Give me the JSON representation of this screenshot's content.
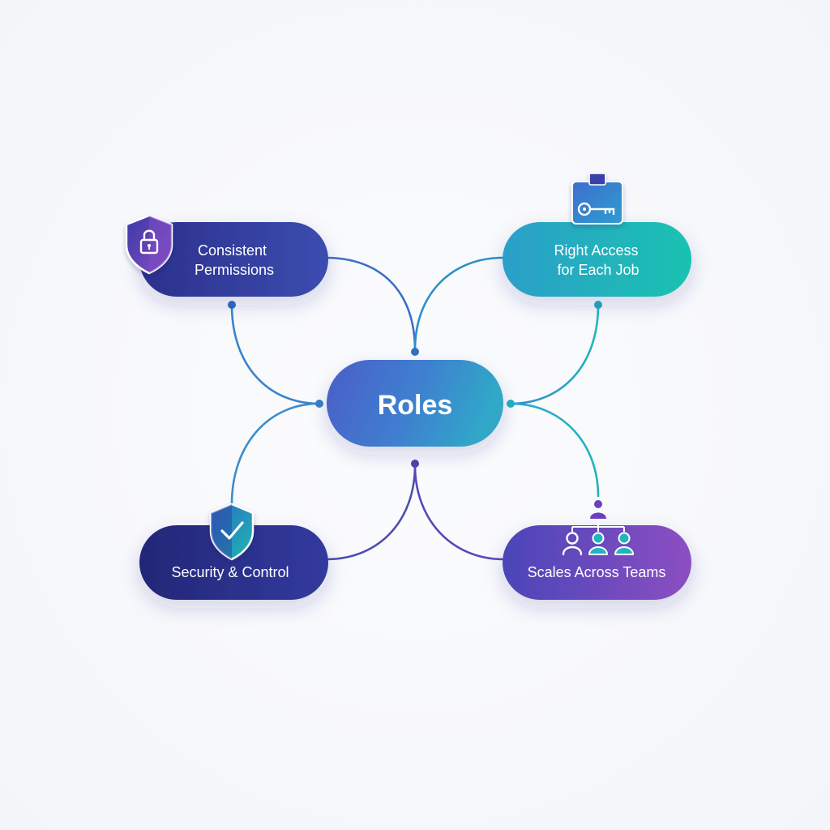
{
  "center": {
    "label": "Roles"
  },
  "nodes": {
    "top_left": {
      "line1": "Consistent",
      "line2": "Permissions",
      "icon": "padlock-shield-icon"
    },
    "top_right": {
      "line1": "Right Access",
      "line2": "for Each Job",
      "icon": "key-card-icon"
    },
    "bottom_left": {
      "line1": "Security & Control",
      "icon": "checkmark-shield-icon"
    },
    "bottom_right": {
      "line1": "Scales Across Teams",
      "icon": "team-hierarchy-icon"
    }
  },
  "colors": {
    "navy": "#262a7a",
    "indigo": "#3b3fa8",
    "blue": "#3f6fd0",
    "teal": "#1cbcb6",
    "purple": "#6a4cc0",
    "violet": "#8e50c4",
    "connector_left": "#3c8ccc",
    "connector_right": "#2fa9c6",
    "connector_bottom": "#5a47b8"
  }
}
